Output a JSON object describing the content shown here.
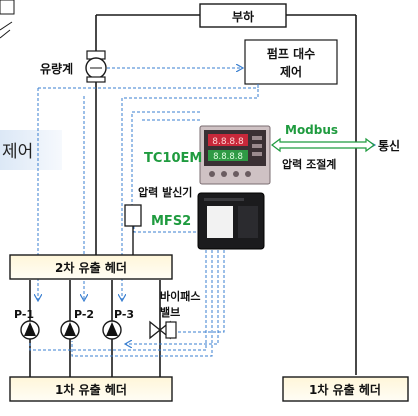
{
  "labels": {
    "load": "부하",
    "flowmeter": "유량계",
    "pump_count_control": [
      "펌프 대수",
      "제어"
    ],
    "control_fragment": "제어",
    "modbus": "Modbus",
    "comm": "통신",
    "controller_model": "TC10EM",
    "pressure_regulator": "압력 조절계",
    "pressure_transmitter": "압력 발신기",
    "flow_switch_model": "MFS2",
    "secondary_header": "2차 유출 헤더",
    "bypass_valve": [
      "바이패스",
      "밸브"
    ],
    "pumps": [
      "P-1",
      "P-2",
      "P-3"
    ],
    "primary_header_left": "1차 유출 헤더",
    "primary_header_right": "1차 유출 헤더",
    "display_digits": "8.8.8.8"
  },
  "colors": {
    "pipe": "#1a1a1a",
    "signal": "#3a7fd0",
    "model_label": "#1f9b3f",
    "header_band": "#e9f1fa",
    "header_fill": "#fffbee",
    "pump_fill": "#111111"
  }
}
